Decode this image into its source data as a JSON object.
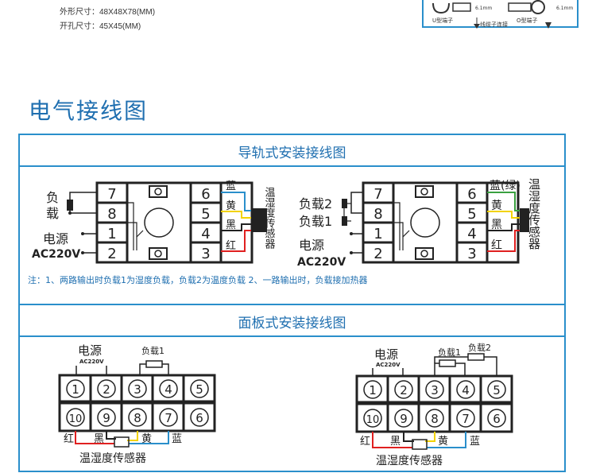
{
  "specs": {
    "outer_size": "外形尺寸：48X48X78(MM)",
    "hole_size": "开孔尺寸：45X45(MM)"
  },
  "top_right_fragment": {
    "u_terminal": "U型端子",
    "o_terminal": "O型端子",
    "wire_stripping": "线缆子连接",
    "dim_1": "6.1mm",
    "dim_2": "6.1mm"
  },
  "section_title": "电气接线图",
  "din_panel": {
    "title": "导轨式安装接线图",
    "left": {
      "load": "负\n载",
      "power": "电源",
      "voltage": "AC220V",
      "terminals_left": [
        "7",
        "8",
        "1",
        "2"
      ],
      "terminals_right": [
        "6",
        "5",
        "4",
        "3"
      ],
      "wire_labels": [
        "蓝",
        "黄",
        "黑",
        "红"
      ],
      "sensor": "温湿度传感器"
    },
    "right": {
      "load2": "负载2",
      "load1": "负载1",
      "power": "电源",
      "voltage": "AC220V",
      "terminals_left": [
        "7",
        "8",
        "1",
        "2"
      ],
      "terminals_right": [
        "6",
        "5",
        "4",
        "3"
      ],
      "wire_labels": [
        "蓝(绿)",
        "黄",
        "黑",
        "红"
      ],
      "sensor": "温湿度传感器"
    },
    "note": "注：1、两路输出时负载1为湿度负载，负载2为温度负载  2、一路输出时，负载接加热器"
  },
  "panel_panel": {
    "title": "面板式安装接线图",
    "left": {
      "power": "电源",
      "voltage": "AC220V",
      "load1": "负载1",
      "top_row": [
        "1",
        "2",
        "3",
        "4",
        "5"
      ],
      "bottom_row": [
        "10",
        "9",
        "8",
        "7",
        "6"
      ],
      "wire_labels": [
        "红",
        "黑",
        "黄",
        "蓝"
      ],
      "sensor": "温湿度传感器"
    },
    "right": {
      "power": "电源",
      "voltage": "AC220V",
      "load1": "负载1",
      "load2": "负载2",
      "top_row": [
        "1",
        "2",
        "3",
        "4",
        "5"
      ],
      "bottom_row": [
        "10",
        "9",
        "8",
        "7",
        "6"
      ],
      "wire_labels": [
        "红",
        "黑",
        "黄",
        "蓝"
      ],
      "sensor": "温湿度传感器"
    }
  },
  "colors": {
    "accent": "#2a8fcb",
    "title": "#1f6fb0",
    "red_wire": "#e02020",
    "yellow_wire": "#f2d200",
    "blue_wire": "#2a8fcb",
    "green_wire": "#3aa040",
    "black_wire": "#222222"
  }
}
